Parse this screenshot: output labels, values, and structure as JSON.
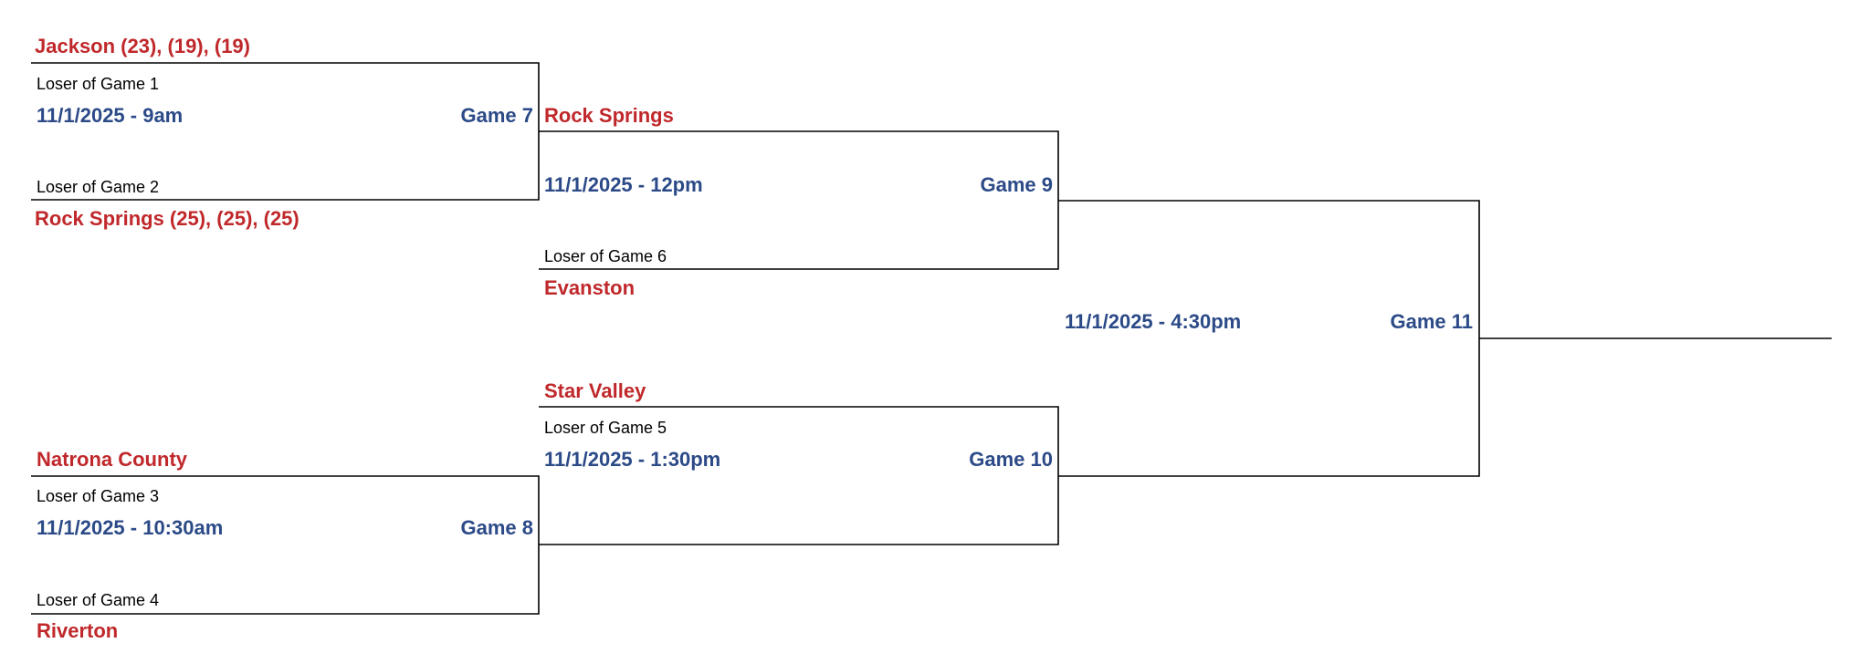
{
  "colors": {
    "team": "#c0282b",
    "info": "#2b4a87",
    "text": "#000000",
    "line": "#000000"
  },
  "game7": {
    "team_top": "Jackson (23), (19), (19)",
    "sub_top": "Loser of Game 1",
    "datetime": "11/1/2025 - 9am",
    "game": "Game 7",
    "sub_bottom": "Loser of Game 2",
    "team_bottom": "Rock Springs (25), (25), (25)"
  },
  "game8": {
    "team_top": "Natrona County",
    "sub_top": "Loser of Game 3",
    "datetime": "11/1/2025 - 10:30am",
    "game": "Game 8",
    "sub_bottom": "Loser of Game 4",
    "team_bottom": "Riverton"
  },
  "game9": {
    "team_top": "Rock Springs",
    "datetime": "11/1/2025 - 12pm",
    "game": "Game 9",
    "sub_bottom": "Loser of Game 6",
    "team_bottom": "Evanston"
  },
  "game10": {
    "team_top": "Star Valley",
    "sub_top": "Loser of Game 5",
    "datetime": "11/1/2025 - 1:30pm",
    "game": "Game 10"
  },
  "game11": {
    "datetime": "11/1/2025 - 4:30pm",
    "game": "Game 11"
  }
}
